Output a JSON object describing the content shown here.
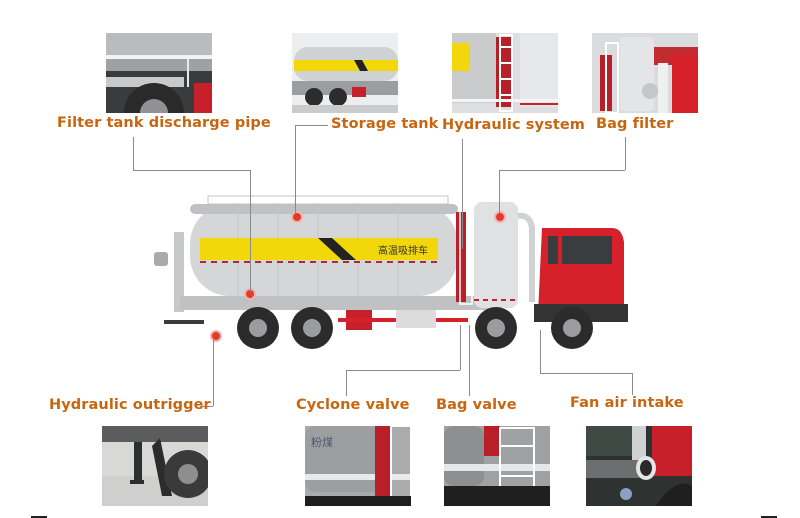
{
  "diagram": {
    "title_subject": "High-temperature suction truck component overview",
    "truck_side_text": "高温吸排车",
    "labels": [
      {
        "id": "filter-tank-discharge-pipe",
        "text": "Filter tank discharge pipe"
      },
      {
        "id": "storage-tank",
        "text": "Storage tank"
      },
      {
        "id": "hydraulic-system",
        "text": "Hydraulic system"
      },
      {
        "id": "bag-filter",
        "text": "Bag filter"
      },
      {
        "id": "hydraulic-outrigger",
        "text": "Hydraulic outrigger"
      },
      {
        "id": "cyclone-valve",
        "text": "Cyclone valve"
      },
      {
        "id": "bag-valve",
        "text": "Bag valve"
      },
      {
        "id": "fan-air-intake",
        "text": "Fan air intake"
      }
    ],
    "photo_text": {
      "cyclone_valve_tank_chars": "粉煤"
    },
    "colors": {
      "label": "#c8650f",
      "leader_line": "#8a8a8a",
      "marker": "#e23b2e",
      "tank_stripe": "#f2d70a",
      "cab_red": "#d6202a",
      "tank_gray": "#d4d6d8"
    }
  }
}
